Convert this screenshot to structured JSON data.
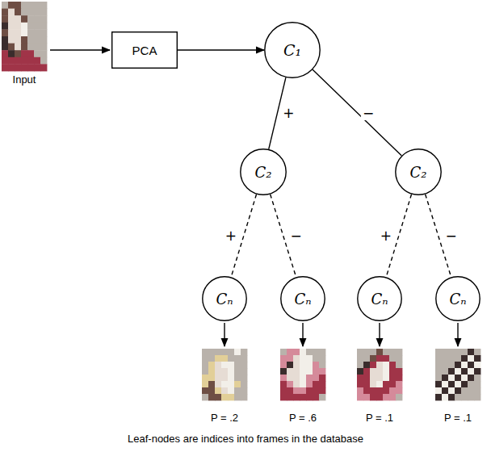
{
  "diagram": {
    "caption": "Leaf-nodes are indices into frames in the database",
    "nodes": [
      {
        "text": [
          "PCA"
        ]
      },
      {
        "text": [
          "C₁"
        ]
      },
      {
        "text": [
          "C₂"
        ]
      },
      {
        "text": [
          "C₂"
        ]
      },
      {
        "text": [
          "Cₙ"
        ]
      },
      {
        "text": [
          "Cₙ"
        ]
      },
      {
        "text": [
          "Cₙ"
        ]
      },
      {
        "text": [
          "Cₙ"
        ]
      }
    ],
    "edges": [
      {
        "from": 0,
        "to": 1,
        "arrow": "to"
      },
      {
        "from": 1,
        "to": 2,
        "label": "+",
        "arrow": "none"
      },
      {
        "from": 1,
        "to": 3,
        "label": "−",
        "arrow": "none"
      },
      {
        "from": 2,
        "to": 4,
        "label": "+",
        "arrow": "none"
      },
      {
        "from": 2,
        "to": 5,
        "label": "−",
        "arrow": "none"
      },
      {
        "from": 3,
        "to": 6,
        "label": "+",
        "arrow": "none"
      },
      {
        "from": 3,
        "to": 7,
        "label": "−",
        "arrow": "none"
      }
    ],
    "labels": [
      "Input",
      "P = .2",
      "P = .6",
      "P = .1",
      "P = .1"
    ]
  }
}
